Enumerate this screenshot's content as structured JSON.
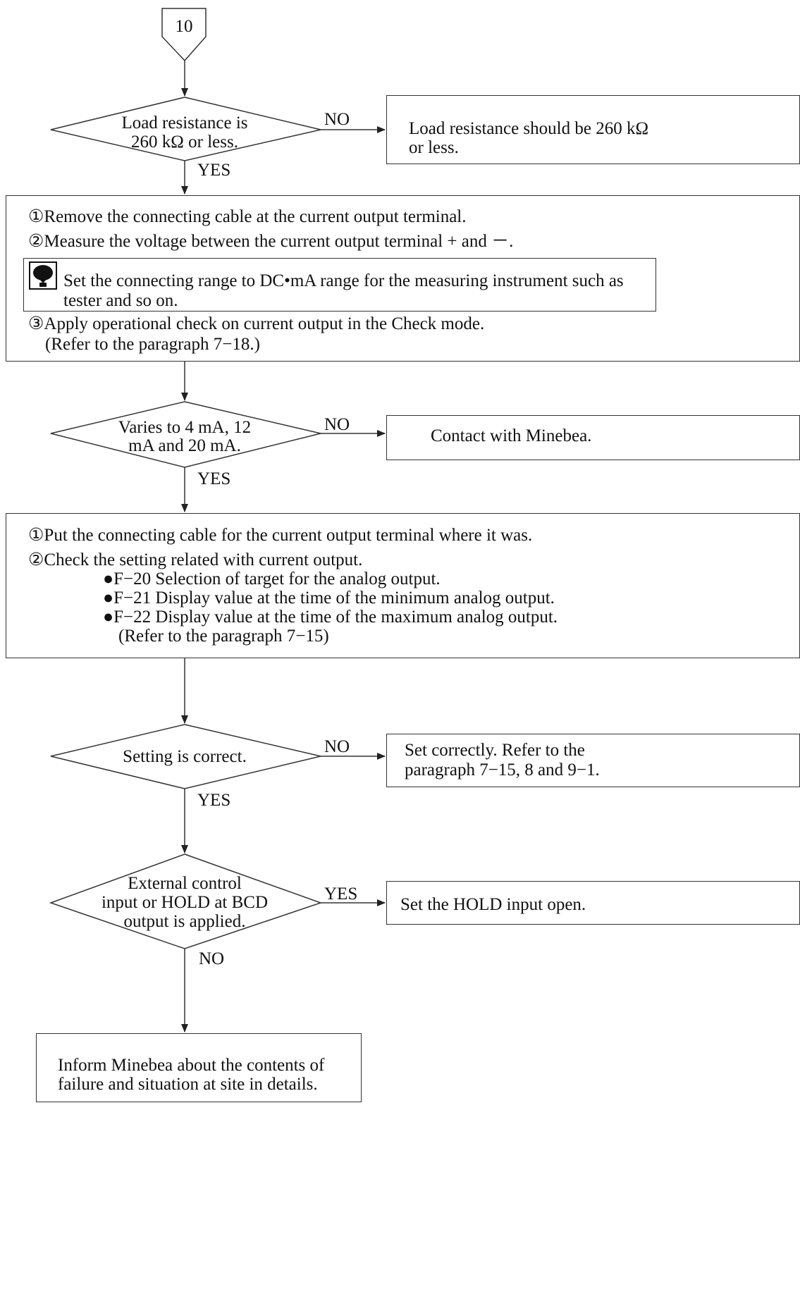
{
  "connector": {
    "label": "10"
  },
  "decision1": {
    "line1": "Load resistance is",
    "line2": "260 kΩ or less.",
    "no_label": "NO",
    "yes_label": "YES",
    "no_action": {
      "line1": "Load resistance should be 260 kΩ",
      "line2": "or less."
    }
  },
  "steps1": {
    "step1": "①Remove the connecting cable at the current output terminal.",
    "step2": "②Measure the voltage between the current output terminal + and －.",
    "note": {
      "icon": "caution-icon",
      "line1": "Set the connecting range to DC•mA range for the measuring instrument such as",
      "line2": "tester and so on."
    },
    "step3": "③Apply operational check on current output in the Check mode.",
    "step3_ref": "(Refer to the paragraph 7−18.)"
  },
  "decision2": {
    "line1": "Varies to 4 mA, 12",
    "line2": "mA and 20 mA.",
    "no_label": "NO",
    "yes_label": "YES",
    "no_action": "Contact with Minebea."
  },
  "steps2": {
    "step1": "①Put the connecting cable for the current output terminal where it was.",
    "step2": "②Check the setting related with current output.",
    "items": [
      "●F−20 Selection of target for the analog output.",
      "●F−21 Display value at the time of the minimum analog output.",
      "●F−22 Display value at the time of the maximum analog output."
    ],
    "ref": "(Refer to the paragraph 7−15)"
  },
  "decision3": {
    "line1": "Setting is correct.",
    "no_label": "NO",
    "yes_label": "YES",
    "no_action": {
      "line1": "Set correctly. Refer to the",
      "line2": "paragraph 7−15, 8 and 9−1."
    }
  },
  "decision4": {
    "line1": "External control",
    "line2": "input or HOLD at BCD",
    "line3": "output is applied.",
    "yes_label": "YES",
    "no_label": "NO",
    "yes_action": "Set the HOLD input open."
  },
  "final": {
    "line1": "Inform Minebea about the contents of",
    "line2": "failure and situation at site in details."
  }
}
